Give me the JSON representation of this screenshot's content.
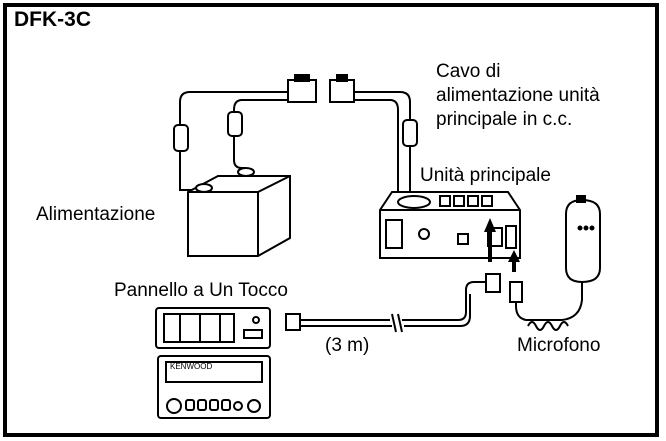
{
  "diagram": {
    "title": "DFK-3C",
    "labels": {
      "cable_line1": "Cavo di",
      "cable_line2": "alimentazione unità",
      "cable_line3": "principale in c.c.",
      "main_unit": "Unità principale",
      "power_supply": "Alimentazione",
      "panel": "Pannello a Un Tocco",
      "length": "(3 m)",
      "microphone": "Microfono"
    },
    "brand_text": "KENWOOD"
  }
}
